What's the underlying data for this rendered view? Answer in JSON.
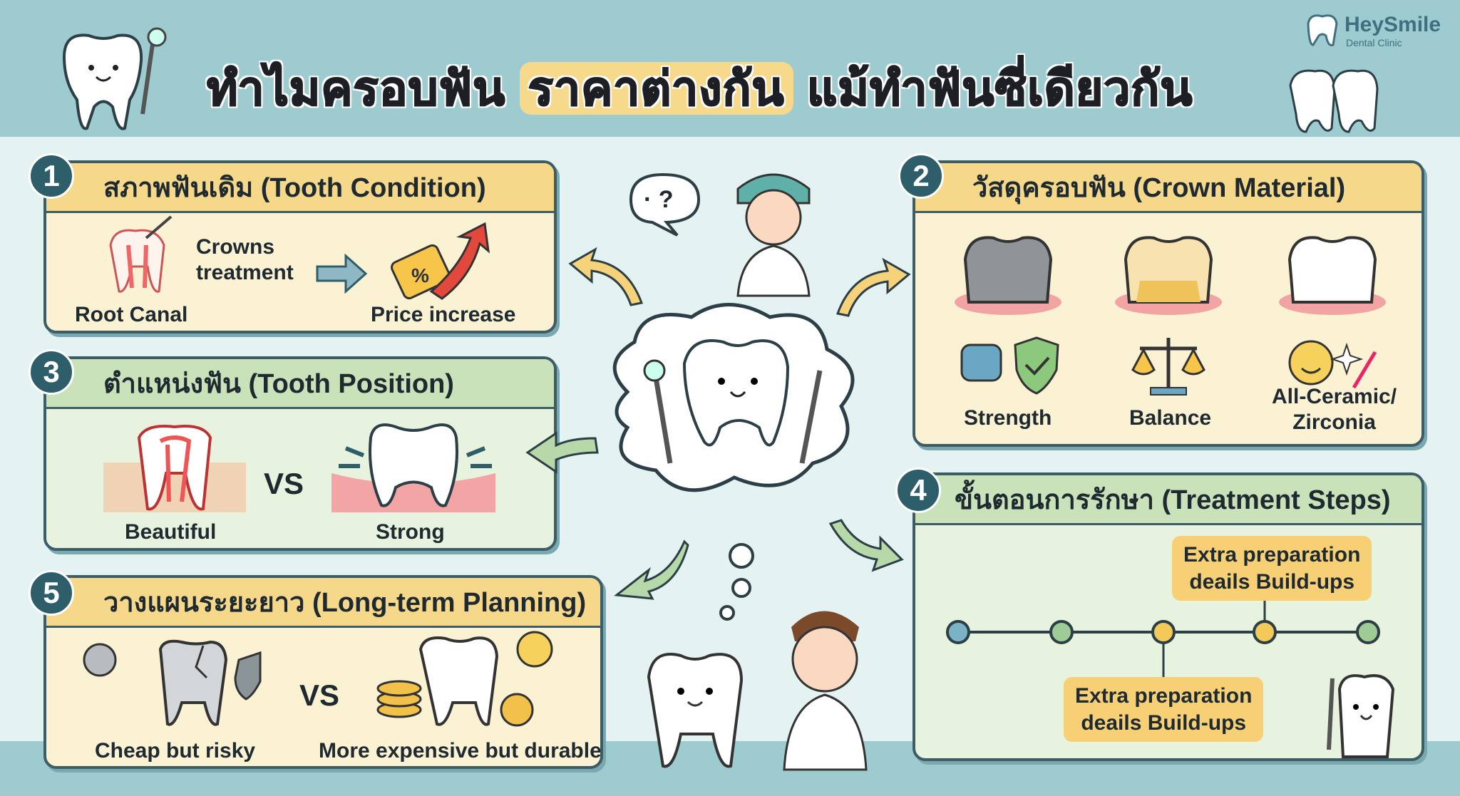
{
  "header": {
    "title_part1": "ทำไมครอบฟัน",
    "title_highlight": "ราคาต่างกัน",
    "title_part2": "แม้ทำฟันซี่เดียวกัน",
    "brand_name": "HeySmile",
    "brand_sub": "Dental Clinic"
  },
  "colors": {
    "band": "#9dcbd0",
    "yellow": "#f6d88a",
    "green": "#c9e2b9",
    "number": "#2e5e69"
  },
  "panels": {
    "p1": {
      "num": "1",
      "title": "สภาพฟันเดิม (Tooth Condition)",
      "crowns": "Crowns\ntreatment",
      "root": "Root Canal",
      "price": "Price increase"
    },
    "p2": {
      "num": "2",
      "title": "วัสดุครอบฟัน (Crown Material)",
      "strength": "Strength",
      "balance": "Balance",
      "ceramic": "All-Ceramic/\nZirconia"
    },
    "p3": {
      "num": "3",
      "title": "ตำแหน่งฟัน (Tooth Position)",
      "beautiful": "Beautiful",
      "vs": "VS",
      "strong": "Strong"
    },
    "p4": {
      "num": "4",
      "title": "ขั้นตอนการรักษา (Treatment Steps)",
      "box_top": "Extra preparation\ndeails Build-ups",
      "box_bottom": "Extra preparation\ndeails Build-ups"
    },
    "p5": {
      "num": "5",
      "title": "วางแผนระยะยาว (Long-term Planning)",
      "cheap": "Cheap but risky",
      "vs": "VS",
      "expensive": "More expensive but durable"
    }
  },
  "bubble": {
    "text": "· ?"
  }
}
